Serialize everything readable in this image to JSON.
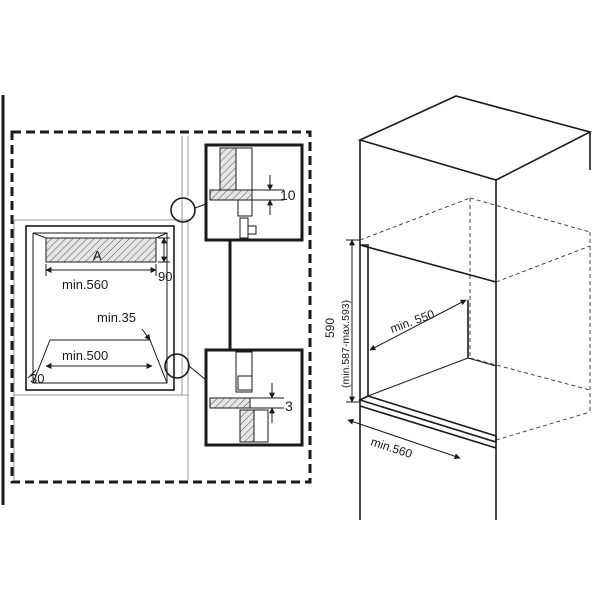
{
  "labels": {
    "area_a": "A",
    "left_min_width": "min.560",
    "left_height": "90",
    "left_min_35": "min.35",
    "left_min_depth": "min.500",
    "left_offset": "30",
    "detail_top_gap": "10",
    "detail_bottom_gap": "3",
    "right_height": "590",
    "right_height_range": "(min.587-max.593)",
    "right_min_depth": "min. 550",
    "right_min_width": "min.560"
  }
}
